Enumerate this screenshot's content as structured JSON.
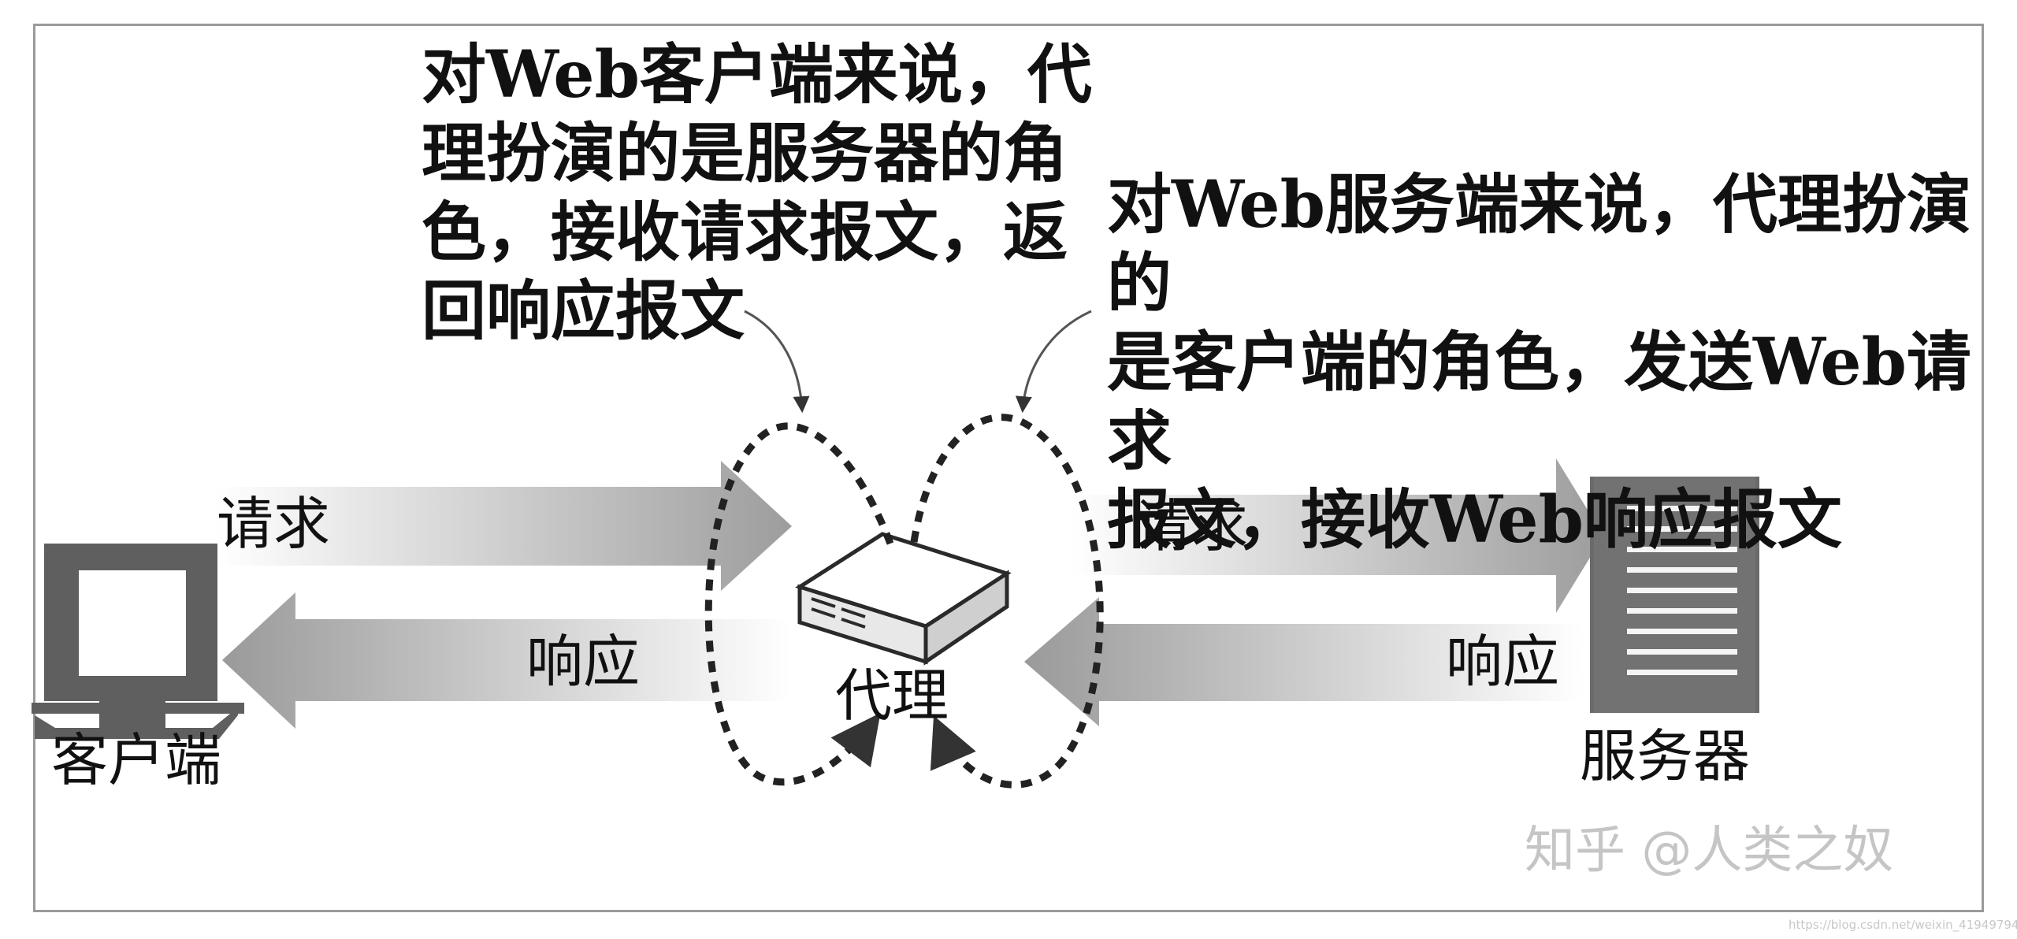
{
  "annotations": {
    "client_side": {
      "lines": [
        "对Web客户端来说，代",
        "理扮演的是服务器的角",
        "色，接收请求报文，返",
        "回响应报文"
      ]
    },
    "server_side": {
      "lines": [
        "对Web服务端来说，代理扮演的",
        "是客户端的角色，发送Web请求",
        "报文，接收Web响应报文"
      ]
    }
  },
  "labels": {
    "request_left": "请求",
    "response_left": "响应",
    "request_right": "请求",
    "response_right": "响应",
    "client": "客户端",
    "proxy": "代理",
    "server": "服务器"
  },
  "icons": {
    "client": "computer-monitor-icon",
    "proxy": "network-appliance-icon",
    "server": "server-tower-icon"
  },
  "watermark": "知乎 @人类之奴",
  "watermark_url": "https://blog.csdn.net/weixin_41949794"
}
